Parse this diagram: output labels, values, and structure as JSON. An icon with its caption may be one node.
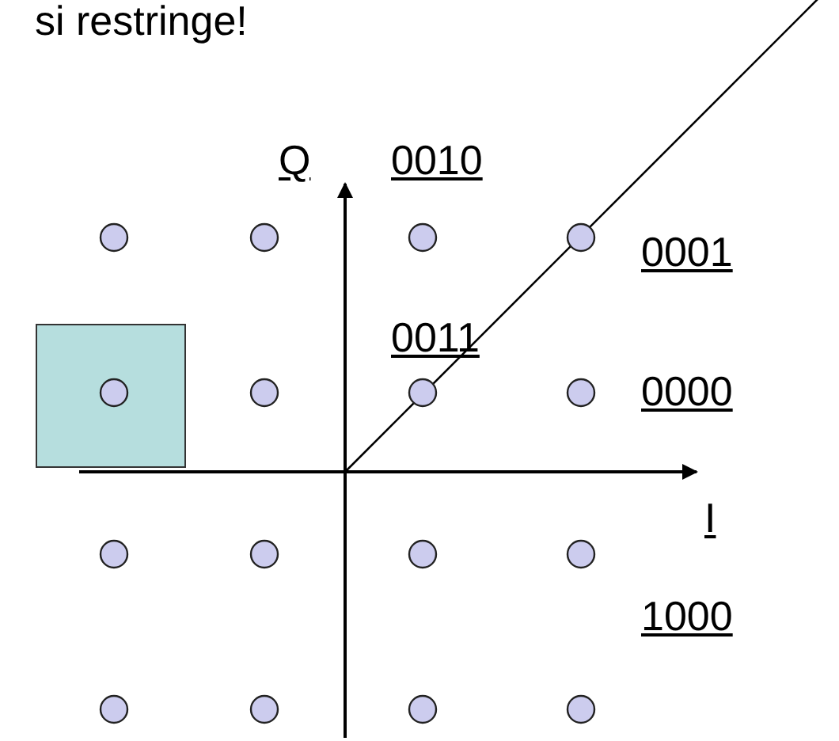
{
  "diagram": {
    "labels": [
      "si restringe!",
      "Q",
      "0010",
      "0001",
      "0011",
      "0000",
      "I",
      "1000"
    ]
  }
}
